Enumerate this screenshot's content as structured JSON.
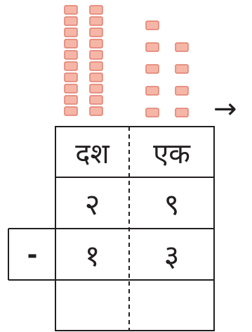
{
  "blocks": {
    "tens_rods": 2,
    "units_per_rod": 10,
    "ones_cubes": 9,
    "cube_fill": "#f5b6a7",
    "cube_border": "#e27e6e"
  },
  "arrow_icon": "→",
  "table": {
    "headers": {
      "tens": "दश",
      "ones": "एक"
    },
    "minuend": {
      "tens": "२",
      "ones": "९"
    },
    "operator": "-",
    "subtrahend": {
      "tens": "१",
      "ones": "३"
    },
    "result": {
      "tens": "",
      "ones": ""
    }
  }
}
